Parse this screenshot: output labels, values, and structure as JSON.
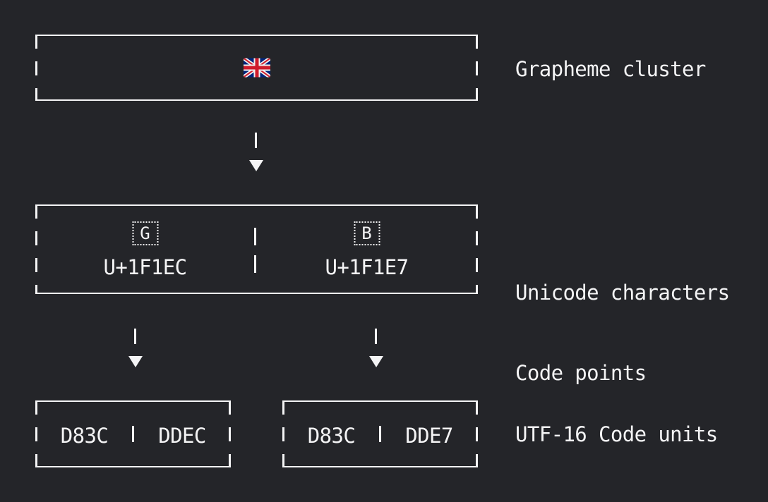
{
  "colors": {
    "background": "#242529",
    "foreground": "#f4f4f5",
    "flag_blue": "#00247d",
    "flag_red": "#cf1b2b",
    "flag_white": "#f0f0f0"
  },
  "grapheme_section": {
    "label": "Grapheme cluster",
    "emoji_name": "uk-flag-emoji"
  },
  "codepoint_section": {
    "label_lines": [
      "Unicode characters",
      "Code points"
    ],
    "cells": [
      {
        "symbol": "G",
        "codepoint": "U+1F1EC"
      },
      {
        "symbol": "B",
        "codepoint": "U+1F1E7"
      }
    ]
  },
  "utf16_section": {
    "label": "UTF-16 Code units",
    "boxes": [
      {
        "units": [
          "D83C",
          "DDEC"
        ]
      },
      {
        "units": [
          "D83C",
          "DDE7"
        ]
      }
    ]
  }
}
